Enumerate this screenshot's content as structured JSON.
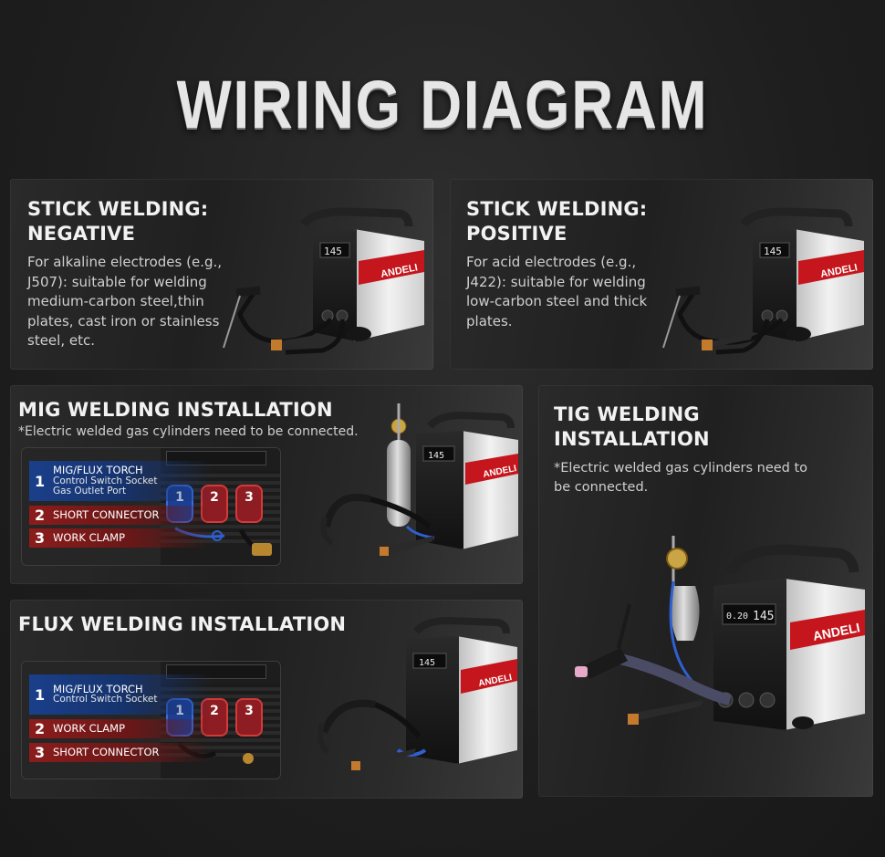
{
  "title": "WIRING DIAGRAM",
  "brand": "ANDELI",
  "display_readout": "145",
  "display_readout_small": "0.20",
  "panels": {
    "stick_negative": {
      "title_line1": "STICK WELDING:",
      "title_line2": "NEGATIVE",
      "desc": [
        "For alkaline electrodes (e.g.,",
        "J507): suitable for welding",
        "medium-carbon steel,thin",
        "plates, cast iron or stainless",
        "steel, etc."
      ]
    },
    "stick_positive": {
      "title_line1": "STICK WELDING:",
      "title_line2": "POSITIVE",
      "desc": [
        "For acid electrodes (e.g.,",
        "J422): suitable for welding",
        "low-carbon steel and thick",
        "plates."
      ]
    },
    "mig": {
      "title": "MIG WELDING INSTALLATION",
      "note": "*Electric welded gas cylinders need to be connected.",
      "legend": [
        {
          "num": "1",
          "label": "MIG/FLUX TORCH",
          "sub1": "Control Switch Socket",
          "sub2": "Gas Outlet Port"
        },
        {
          "num": "2",
          "label": "SHORT CONNECTOR"
        },
        {
          "num": "3",
          "label": "WORK CLAMP"
        }
      ]
    },
    "flux": {
      "title": "FLUX WELDING INSTALLATION",
      "legend": [
        {
          "num": "1",
          "label": "MIG/FLUX TORCH",
          "sub1": "Control Switch Socket"
        },
        {
          "num": "2",
          "label": "WORK CLAMP"
        },
        {
          "num": "3",
          "label": "SHORT CONNECTOR"
        }
      ]
    },
    "tig": {
      "title_line1": "TIG WELDING",
      "title_line2": "INSTALLATION",
      "note_line1": "*Electric welded gas cylinders need to",
      "note_line2": "be connected."
    }
  },
  "terminal_labels": [
    "1",
    "2",
    "3"
  ],
  "colors": {
    "negative_terminal": "#1c3f95",
    "positive_terminal": "#8d1d22",
    "brand_red": "#c4161c",
    "machine_body": "#e8e8e8",
    "gas_hose": "#2f5fd0"
  }
}
